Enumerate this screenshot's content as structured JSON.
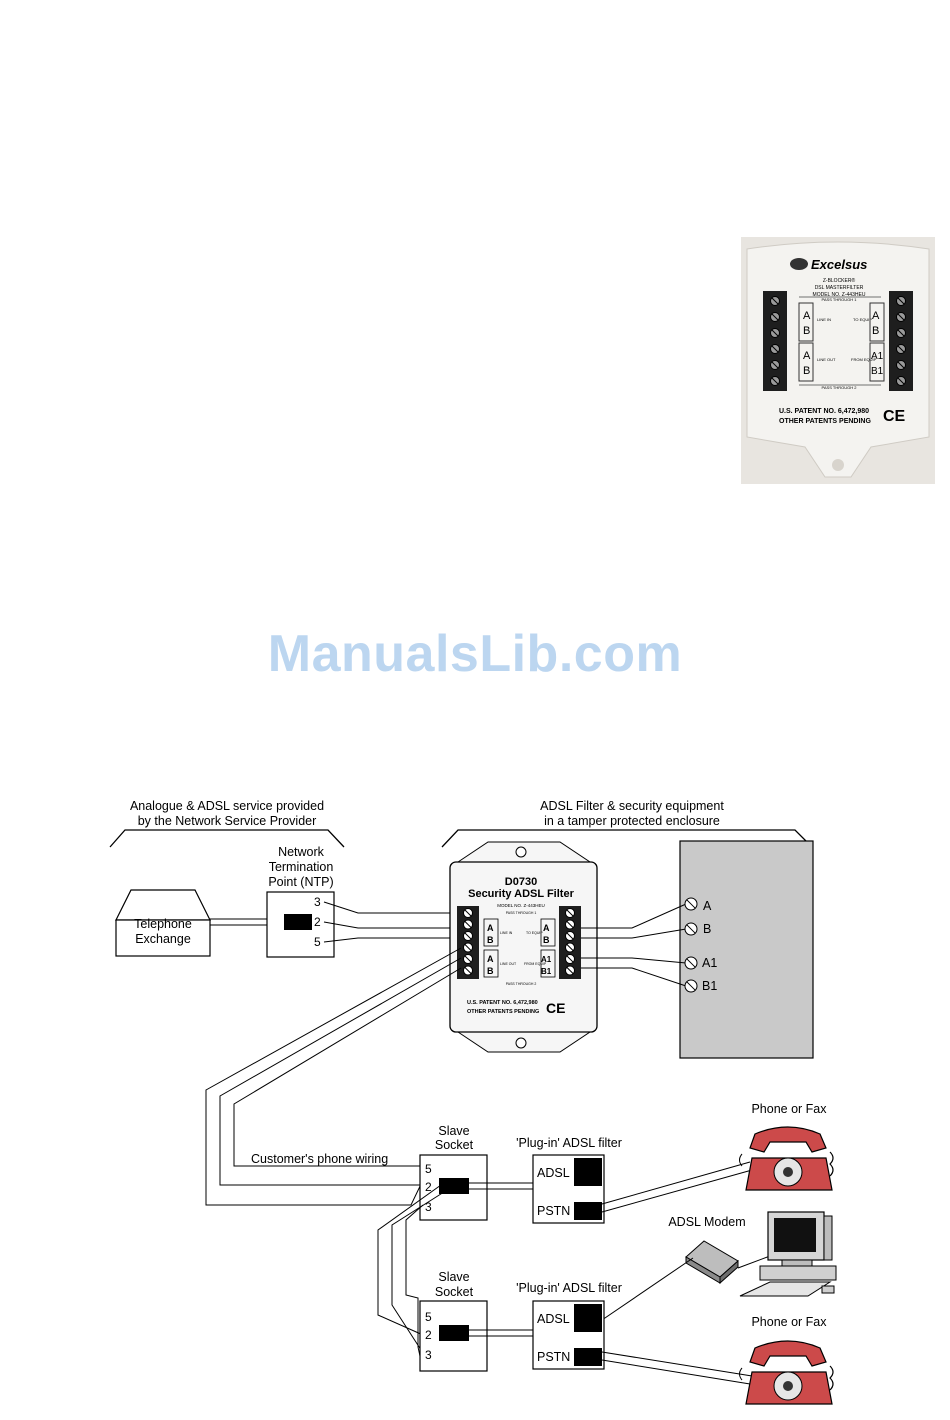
{
  "photo": {
    "brand": "Excelsus",
    "model_lines": [
      "Z-BLOCKER®",
      "DSL MASTERFILTER",
      "MODEL NO. Z-443HEU"
    ],
    "pass_through_1": "PASS THROUGH 1",
    "pass_through_2": "PASS THROUGH 2",
    "left_a": "A",
    "left_b": "B",
    "left_a2": "A",
    "left_b2": "B",
    "right_a": "A",
    "right_b": "B",
    "right_a1": "A1",
    "right_b1": "B1",
    "line_in": "LINE IN",
    "line_out": "LINE OUT",
    "to_equip": "TO EQUIP",
    "from_equip": "FROM EQUIP",
    "patent_1": "U.S. PATENT NO. 6,472,980",
    "patent_2": "OTHER PATENTS PENDING",
    "ce": "CE"
  },
  "watermark": "ManualsLib.com",
  "diagram": {
    "bracket_left_line1": "Analogue & ADSL service provided",
    "bracket_left_line2": "by the Network Service Provider",
    "bracket_right_line1": "ADSL Filter & security equipment",
    "bracket_right_line2": "in a tamper protected enclosure",
    "exchange_line1": "Telephone",
    "exchange_line2": "Exchange",
    "ntp_line1": "Network",
    "ntp_line2": "Termination",
    "ntp_line3": "Point (NTP)",
    "ntp_pin_3": "3",
    "ntp_pin_2": "2",
    "ntp_pin_5": "5",
    "filter_model": "D0730",
    "filter_name": "Security ADSL Filter",
    "filter_model_no": "MODEL NO. Z-443HEU",
    "filter_pass_1": "PASS THROUGH 1",
    "filter_pass_2": "PASS THROUGH 2",
    "filter_a": "A",
    "filter_b": "B",
    "filter_a2": "A",
    "filter_b2": "B",
    "filter_ra": "A",
    "filter_rb": "B",
    "filter_ra1": "A1",
    "filter_rb1": "B1",
    "filter_line_in": "LINE IN",
    "filter_line_out": "LINE OUT",
    "filter_to_equip": "TO EQUIP",
    "filter_from_equip": "FROM EQUIP",
    "filter_patent_1": "U.S. PATENT NO. 6,472,980",
    "filter_patent_2": "OTHER PATENTS PENDING",
    "filter_ce": "CE",
    "term_a": "A",
    "term_b": "B",
    "term_a1": "A1",
    "term_b1": "B1",
    "customer_wiring": "Customer's phone wiring",
    "slave1_line1": "Slave",
    "slave1_line2": "Socket",
    "slave2_line1": "Slave",
    "slave2_line2": "Socket",
    "slave_pin_5": "5",
    "slave_pin_2": "2",
    "slave_pin_3": "3",
    "plugin1_label": "'Plug-in' ADSL filter",
    "plugin2_label": "'Plug-in' ADSL filter",
    "adsl": "ADSL",
    "pstn": "PSTN",
    "phone1": "Phone or Fax",
    "phone2": "Phone or Fax",
    "modem": "ADSL Modem"
  }
}
